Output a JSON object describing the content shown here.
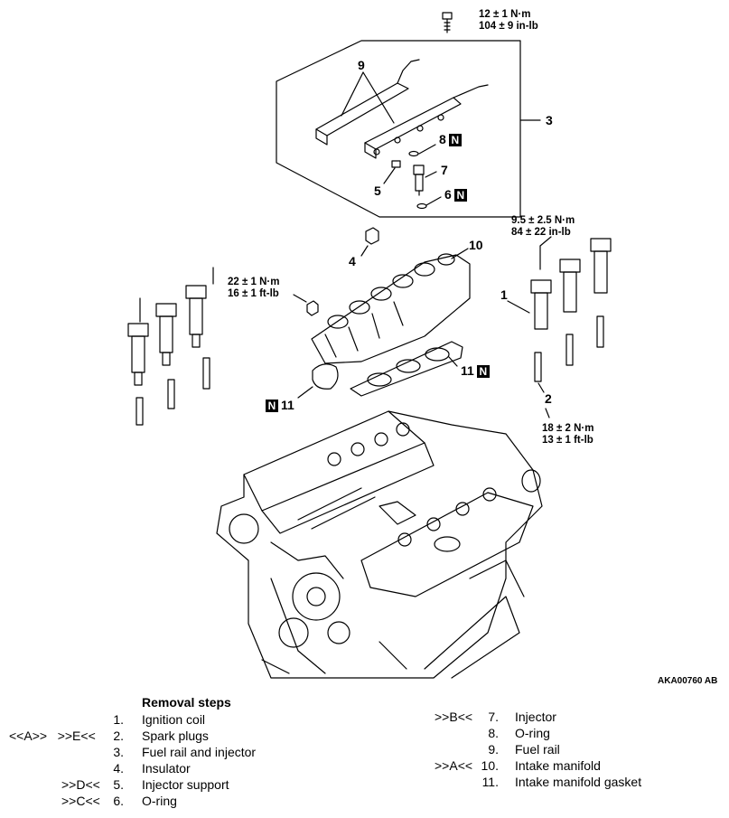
{
  "parts": [
    {
      "number": "1",
      "label": "1"
    },
    {
      "number": "2",
      "label": "2"
    },
    {
      "number": "3",
      "label": "3"
    },
    {
      "number": "4",
      "label": "4"
    },
    {
      "number": "5",
      "label": "5"
    },
    {
      "number": "6",
      "label": "6"
    },
    {
      "number": "7",
      "label": "7"
    },
    {
      "number": "8",
      "label": "8"
    },
    {
      "number": "9",
      "label": "9"
    },
    {
      "number": "10",
      "label": "10"
    },
    {
      "number": "11",
      "label": "11"
    }
  ],
  "new_part_mark": "N",
  "torques": {
    "fuel_rail_bolt": [
      "12 ± 1 N·m",
      "104 ± 9 in-lb"
    ],
    "coil_bolt": [
      "9.5 ± 2.5 N·m",
      "84 ± 22 in-lb"
    ],
    "manifold_nut": [
      "22 ± 1 N·m",
      "16 ± 1 ft-lb"
    ],
    "spark_plug": [
      "18 ± 2 N·m",
      "13 ± 1 ft-lb"
    ]
  },
  "figure_id": "AKA00760",
  "figure_suffix": "AB",
  "removal_steps": {
    "title": "Removal steps",
    "left": [
      {
        "codes": "",
        "num": "1.",
        "name": "Ignition coil"
      },
      {
        "codes": "<<A>>   >>E<<",
        "num": "2.",
        "name": "Spark plugs"
      },
      {
        "codes": "",
        "num": "3.",
        "name": "Fuel rail and injector"
      },
      {
        "codes": "",
        "num": "4.",
        "name": "Insulator"
      },
      {
        "codes": ">>D<<",
        "num": "5.",
        "name": "Injector support"
      },
      {
        "codes": ">>C<<",
        "num": "6.",
        "name": "O-ring"
      }
    ],
    "right": [
      {
        "codes": ">>B<<",
        "num": "7.",
        "name": "Injector"
      },
      {
        "codes": "",
        "num": "8.",
        "name": "O-ring"
      },
      {
        "codes": "",
        "num": "9.",
        "name": "Fuel rail"
      },
      {
        "codes": ">>A<<",
        "num": "10.",
        "name": "Intake manifold"
      },
      {
        "codes": "",
        "num": "11.",
        "name": "Intake manifold gasket"
      }
    ]
  }
}
